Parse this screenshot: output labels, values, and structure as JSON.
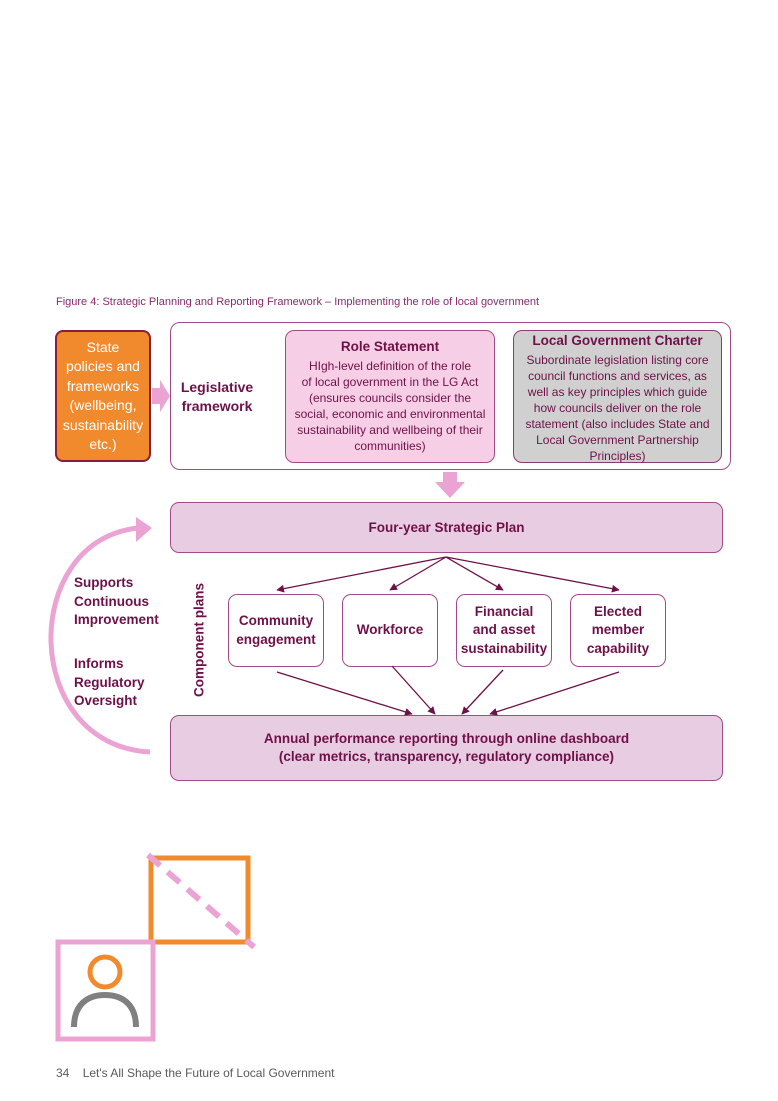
{
  "caption": "Figure 4: Strategic Planning and Reporting Framework – Implementing the role of local government",
  "state_box": {
    "lines": [
      "State",
      "policies and",
      "frameworks",
      "(wellbeing,",
      "sustainability",
      "etc.)"
    ]
  },
  "legislative": {
    "lines": [
      "Legislative",
      "framework"
    ]
  },
  "role_statement": {
    "title": "Role Statement",
    "lines": [
      "HIgh-level definition of the role",
      "of local government in the LG Act",
      "(ensures councils consider the",
      "social, economic and environmental",
      "sustainability and wellbeing of their",
      "communities)"
    ]
  },
  "charter": {
    "title": "Local Government Charter",
    "lines": [
      "Subordinate legislation listing core",
      "council functions and services, as",
      "well as key principles which guide",
      "how councils deliver on the role",
      "statement (also includes State and",
      "Local Government Partnership",
      "Principles)"
    ]
  },
  "strategic_plan": "Four-year Strategic Plan",
  "component_label": "Component plans",
  "components": [
    {
      "lines": [
        "Community",
        "engagement"
      ]
    },
    {
      "lines": [
        "Workforce"
      ]
    },
    {
      "lines": [
        "Financial",
        "and asset",
        "sustainability"
      ]
    },
    {
      "lines": [
        "Elected",
        "member",
        "capability"
      ]
    }
  ],
  "annual": {
    "lines": [
      "Annual performance reporting through online dashboard",
      "(clear metrics, transparency, regulatory compliance)"
    ]
  },
  "supports": {
    "lines": [
      "Supports",
      "Continuous",
      "Improvement"
    ]
  },
  "informs": {
    "lines": [
      "Informs",
      "Regulatory",
      "Oversight"
    ]
  },
  "footer": {
    "page": "34",
    "title": "Let's All Shape the Future of Local Government"
  },
  "colors": {
    "plum": "#6e1149",
    "pink_fill": "#f6cfe6",
    "orange": "#f08a2c",
    "grey": "#d0d0d0",
    "arrow_pink": "#eba3d4"
  },
  "icons": [
    "person-icon"
  ]
}
